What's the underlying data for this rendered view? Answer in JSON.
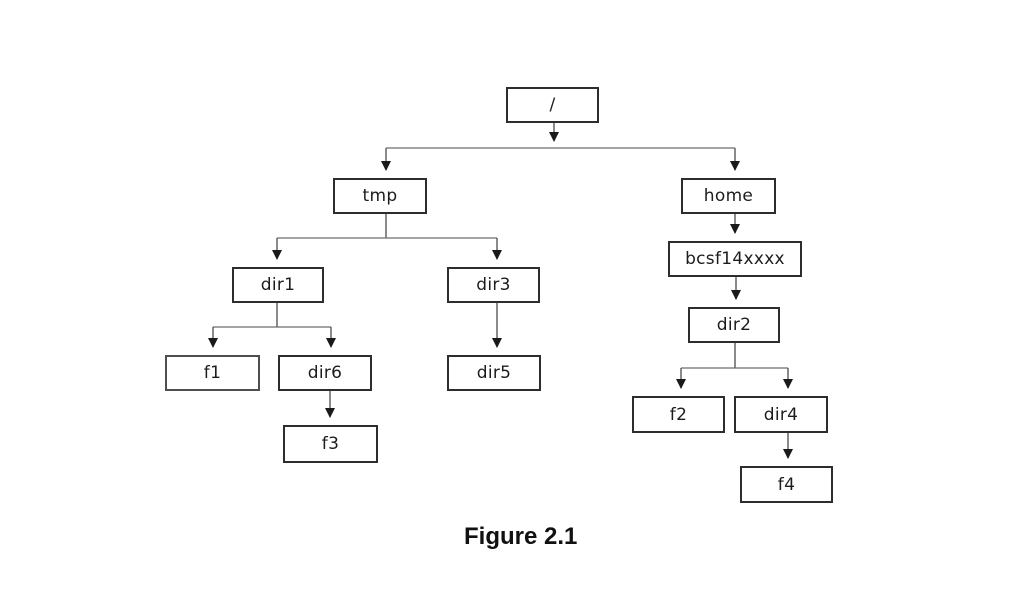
{
  "figure": {
    "caption": "Figure 2.1"
  },
  "diagram": {
    "type": "tree",
    "description": "Filesystem directory hierarchy",
    "nodes": {
      "root": {
        "label": "/"
      },
      "tmp": {
        "label": "tmp"
      },
      "home": {
        "label": "home"
      },
      "bcsf": {
        "label": "bcsf14xxxx"
      },
      "dir1": {
        "label": "dir1"
      },
      "dir3": {
        "label": "dir3"
      },
      "dir2": {
        "label": "dir2"
      },
      "f1": {
        "label": "f1"
      },
      "dir6": {
        "label": "dir6"
      },
      "dir5": {
        "label": "dir5"
      },
      "f2": {
        "label": "f2"
      },
      "dir4": {
        "label": "dir4"
      },
      "f3": {
        "label": "f3"
      },
      "f4": {
        "label": "f4"
      }
    },
    "edges": [
      {
        "from": "/",
        "to": "tmp"
      },
      {
        "from": "/",
        "to": "home"
      },
      {
        "from": "tmp",
        "to": "dir1"
      },
      {
        "from": "tmp",
        "to": "dir3"
      },
      {
        "from": "dir1",
        "to": "f1"
      },
      {
        "from": "dir1",
        "to": "dir6"
      },
      {
        "from": "dir6",
        "to": "f3"
      },
      {
        "from": "dir3",
        "to": "dir5"
      },
      {
        "from": "home",
        "to": "bcsf14xxxx"
      },
      {
        "from": "bcsf14xxxx",
        "to": "dir2"
      },
      {
        "from": "dir2",
        "to": "f2"
      },
      {
        "from": "dir2",
        "to": "dir4"
      },
      {
        "from": "dir4",
        "to": "f4"
      }
    ],
    "colors": {
      "background": "#ffffff",
      "box_fill": "#ffffff",
      "box_border": "#2d2d2d",
      "line": "#4a4a4a",
      "arrowhead": "#1a1a1a",
      "text": "#1c1c1c"
    }
  }
}
